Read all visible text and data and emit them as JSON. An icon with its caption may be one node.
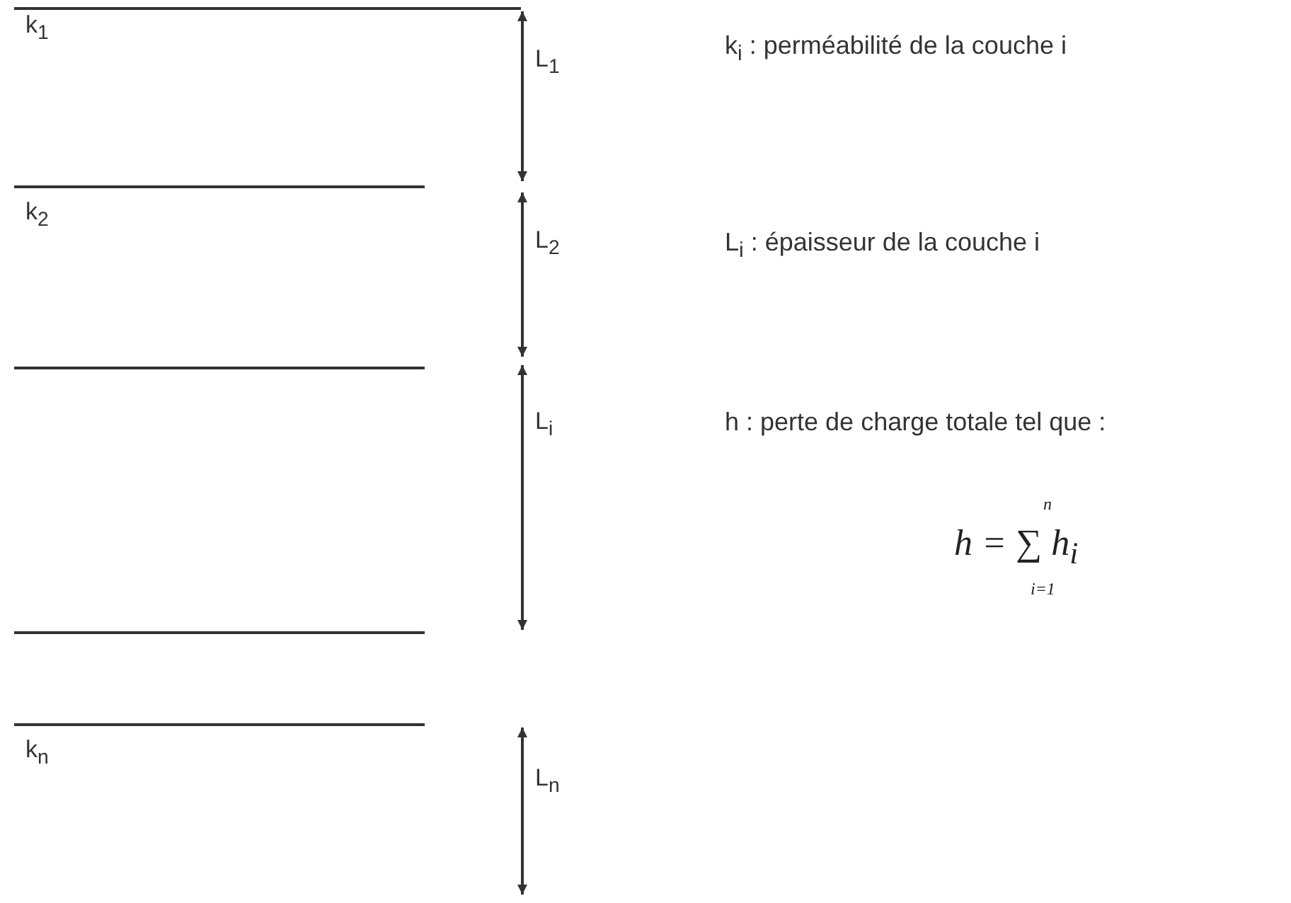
{
  "diagram": {
    "labels": [
      "k$_{1}$",
      "L$_{1}$",
      "k$_{i}$ : perméabilité de la couche i",
      "k$_{2}$",
      "L$_{2}$",
      "L$_{i}$ : épaisseur de la couche i",
      "L$_{i}$",
      "h : perte de charge totale tel que :",
      "n",
      "h = ∑ h$_{i}$",
      "i=1",
      "k$_{n}$",
      "L$_{n}$"
    ]
  }
}
